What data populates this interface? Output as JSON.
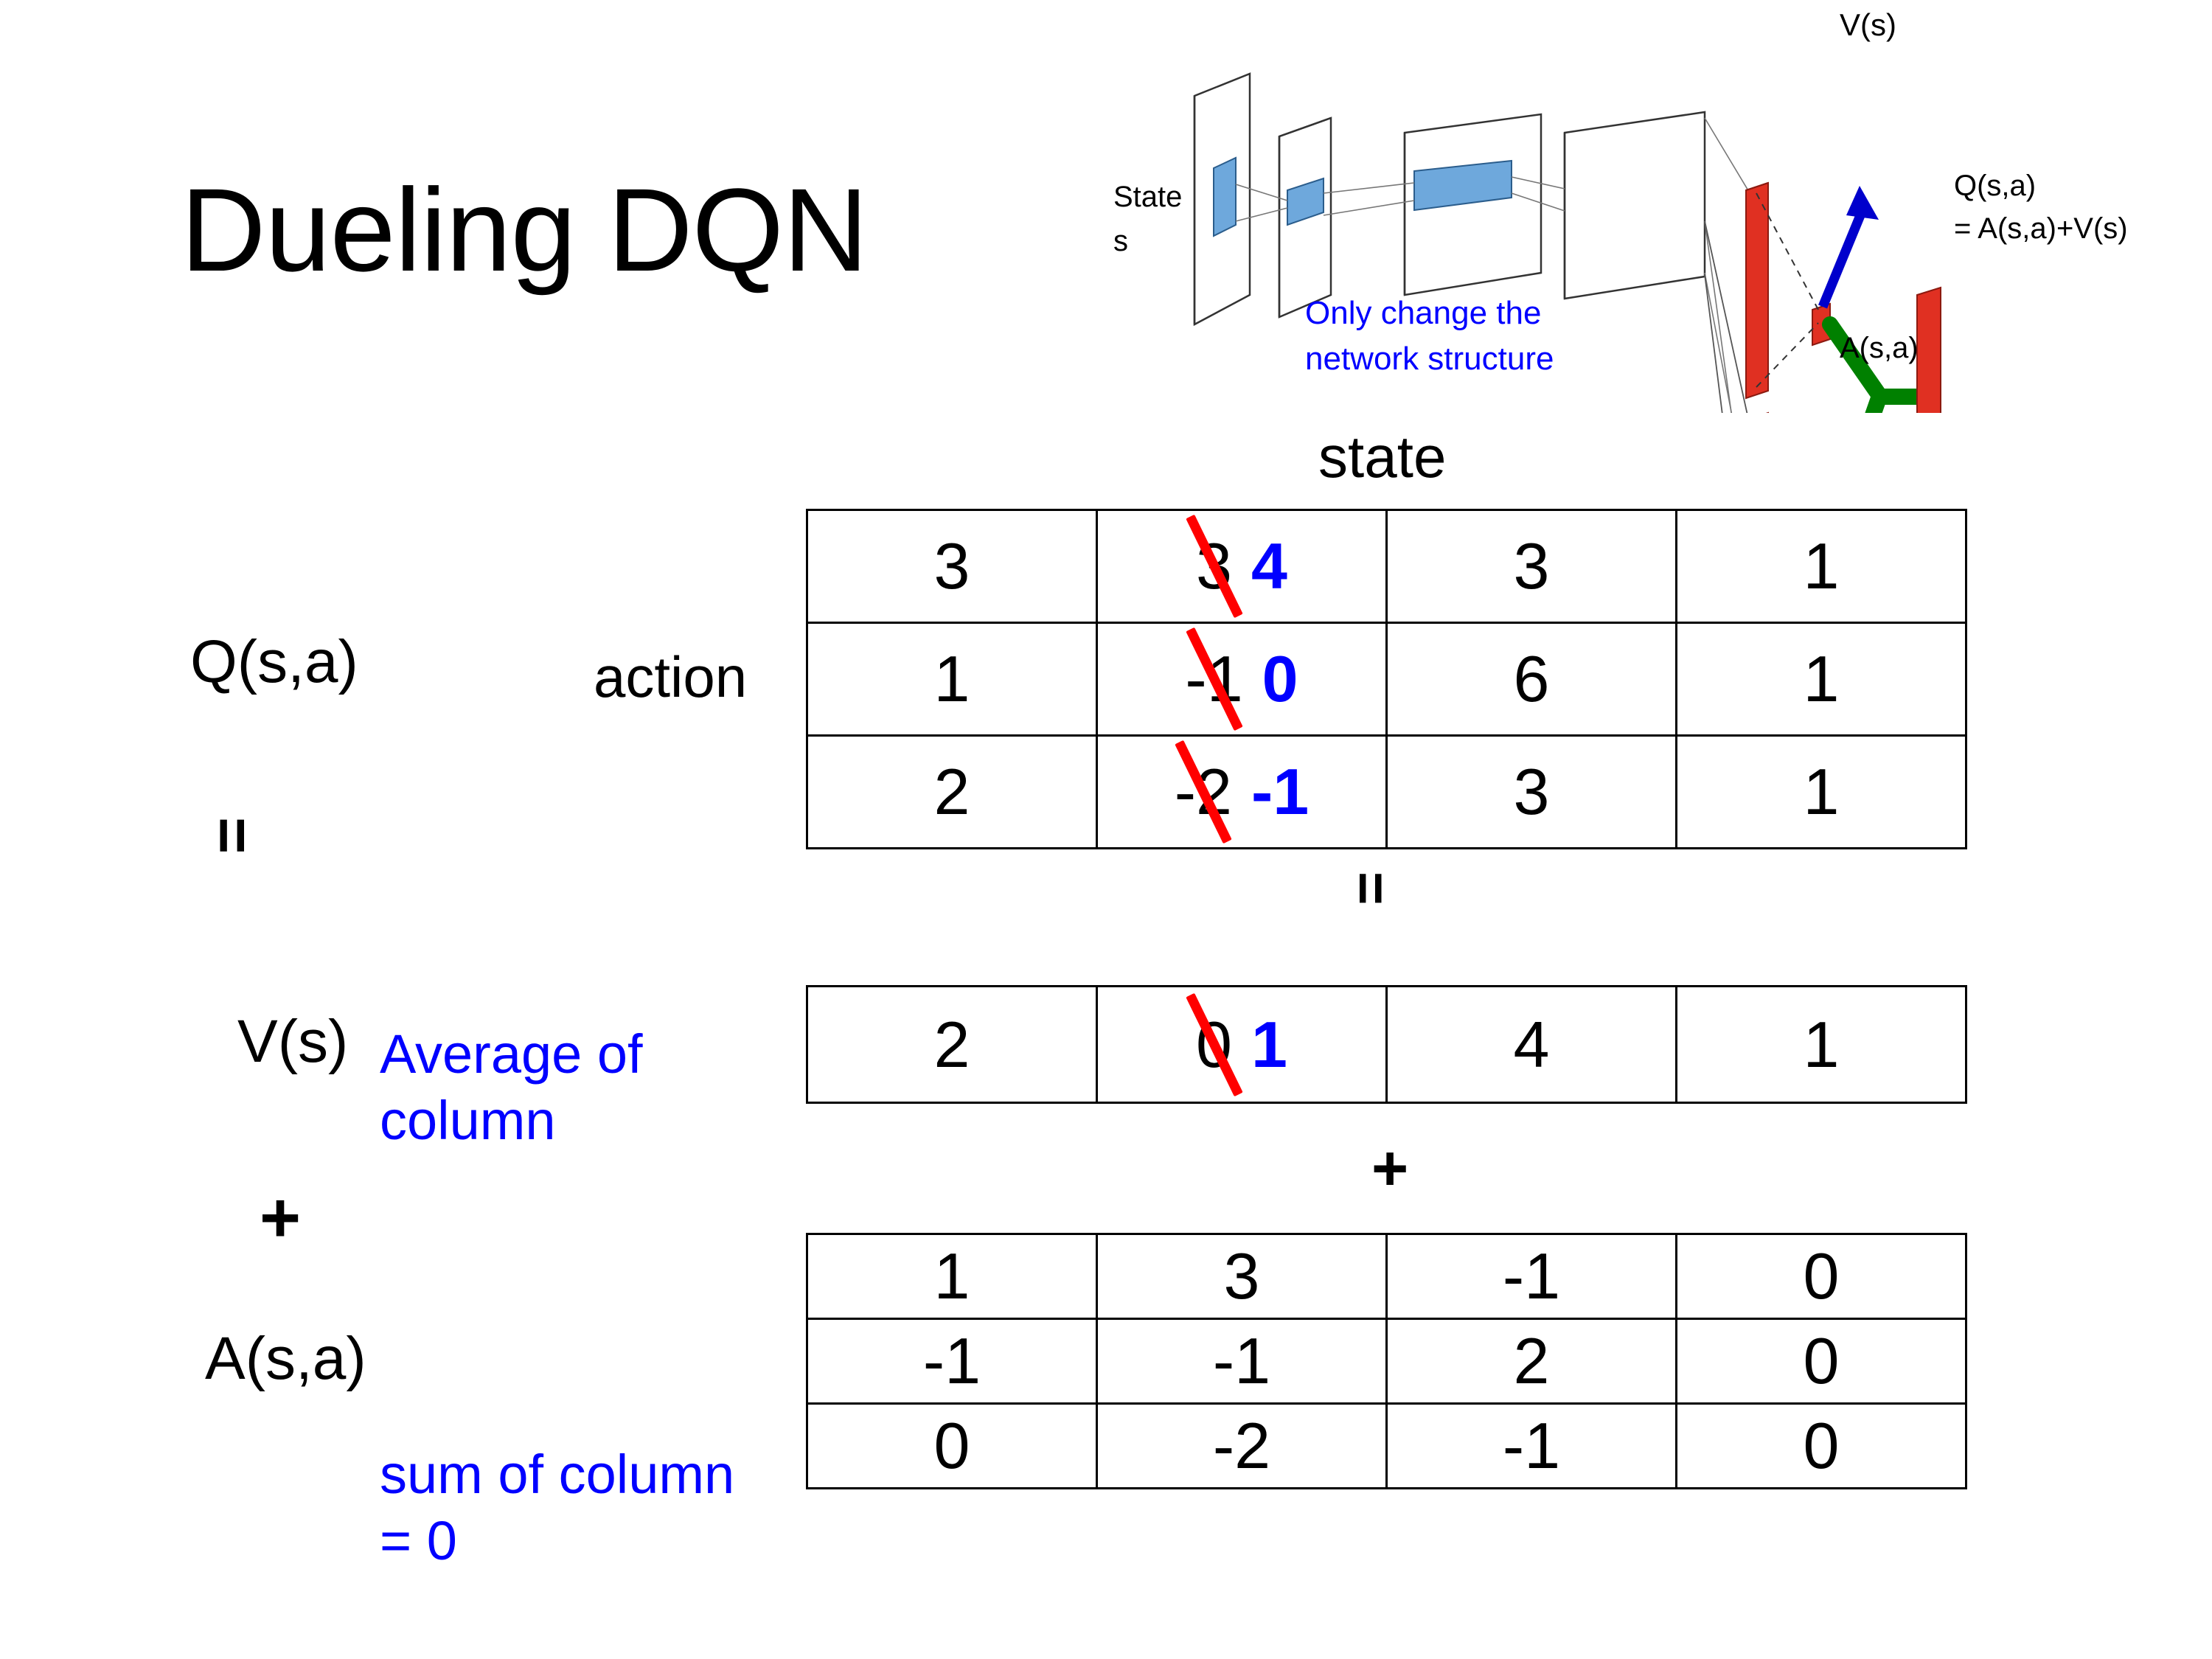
{
  "title": "Dueling DQN",
  "labels": {
    "q_label": "Q(s,a)",
    "equals_1": "=",
    "v_label": "V(s)",
    "plus_1": "+",
    "a_label": "A(s,a)",
    "average_note": "Average of column",
    "sum_note": "sum of column = 0",
    "action_axis": "action",
    "state_axis": "state",
    "equals_2": "=",
    "plus_2": "+"
  },
  "diagram": {
    "state_label": "State",
    "state_sub": "s",
    "v_output": "V(s)",
    "q_output_line1": "Q(s,a)",
    "q_output_line2": "= A(s,a)+V(s)",
    "a_output": "A(s,a)",
    "note_line1": "Only change the",
    "note_line2": "network structure",
    "colors": {
      "bar_red": "#E03022",
      "merge_green": "#008000",
      "arrow_blue": "#0000CC",
      "block_blue": "#6EA8DC",
      "note_blue": "#0000FF"
    }
  },
  "colors": {
    "text_black": "#000000",
    "edit_blue": "#0000FF",
    "strike_red": "#FF0000",
    "table_border": "#000000",
    "background": "#FFFFFF"
  },
  "chart_data": {
    "type": "table",
    "title": "Dueling DQN decomposition Q(s,a) = V(s) + A(s,a)",
    "xlabel": "state",
    "ylabel": "action",
    "tables": [
      {
        "name": "Q(s,a)",
        "rows": 3,
        "cols": 4,
        "values": [
          [
            {
              "value": "3"
            },
            {
              "value": "3",
              "struck": true,
              "new_value": "4"
            },
            {
              "value": "3"
            },
            {
              "value": "1"
            }
          ],
          [
            {
              "value": "1"
            },
            {
              "value": "-1",
              "struck": true,
              "new_value": "0"
            },
            {
              "value": "6"
            },
            {
              "value": "1"
            }
          ],
          [
            {
              "value": "2"
            },
            {
              "value": "-2",
              "struck": true,
              "new_value": "-1"
            },
            {
              "value": "3"
            },
            {
              "value": "1"
            }
          ]
        ]
      },
      {
        "name": "V(s)",
        "rows": 1,
        "cols": 4,
        "values": [
          [
            {
              "value": "2"
            },
            {
              "value": "0",
              "struck": true,
              "new_value": "1"
            },
            {
              "value": "4"
            },
            {
              "value": "1"
            }
          ]
        ]
      },
      {
        "name": "A(s,a)",
        "rows": 3,
        "cols": 4,
        "values": [
          [
            {
              "value": "1"
            },
            {
              "value": "3"
            },
            {
              "value": "-1"
            },
            {
              "value": "0"
            }
          ],
          [
            {
              "value": "-1"
            },
            {
              "value": "-1"
            },
            {
              "value": "2"
            },
            {
              "value": "0"
            }
          ],
          [
            {
              "value": "0"
            },
            {
              "value": "-2"
            },
            {
              "value": "-1"
            },
            {
              "value": "0"
            }
          ]
        ]
      }
    ]
  }
}
